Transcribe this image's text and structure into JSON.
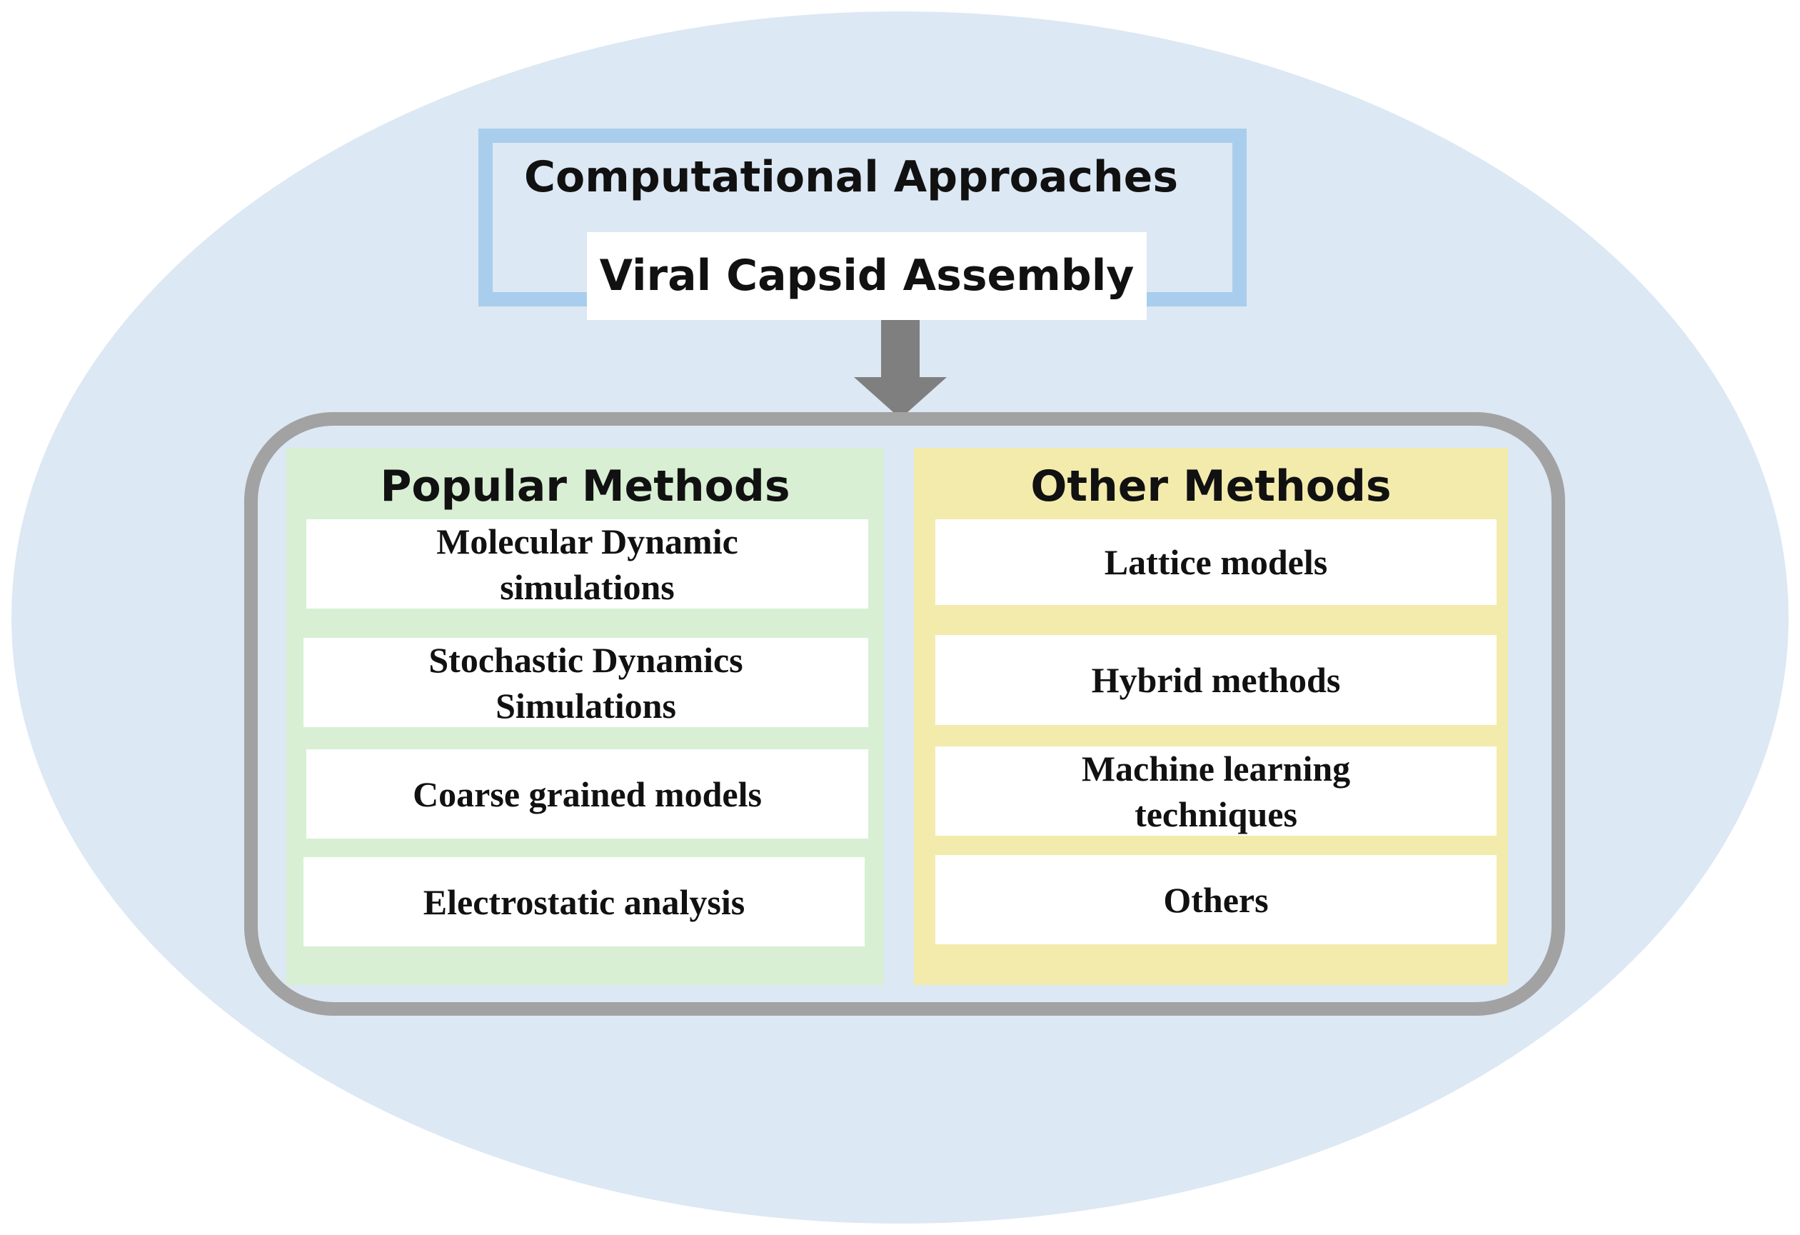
{
  "diagram": {
    "header": {
      "title": "Computational Approaches",
      "subtitle": "Viral Capsid Assembly"
    },
    "popular_methods": {
      "title": "Popular Methods",
      "items": [
        "Molecular Dynamic simulations",
        "Stochastic Dynamics Simulations",
        "Coarse grained models",
        "Electrostatic analysis"
      ]
    },
    "other_methods": {
      "title": "Other Methods",
      "items": [
        "Lattice models",
        "Hybrid methods",
        "Machine learning techniques",
        "Others"
      ]
    }
  },
  "colors": {
    "background_ellipse": "#dce8f4",
    "header_border": "#a9cdec",
    "arrow": "#7f7f7f",
    "container_border": "#a2a2a2",
    "popular_panel": "#d8efd4",
    "other_panel": "#f3ebac",
    "method_box": "#ffffff"
  }
}
